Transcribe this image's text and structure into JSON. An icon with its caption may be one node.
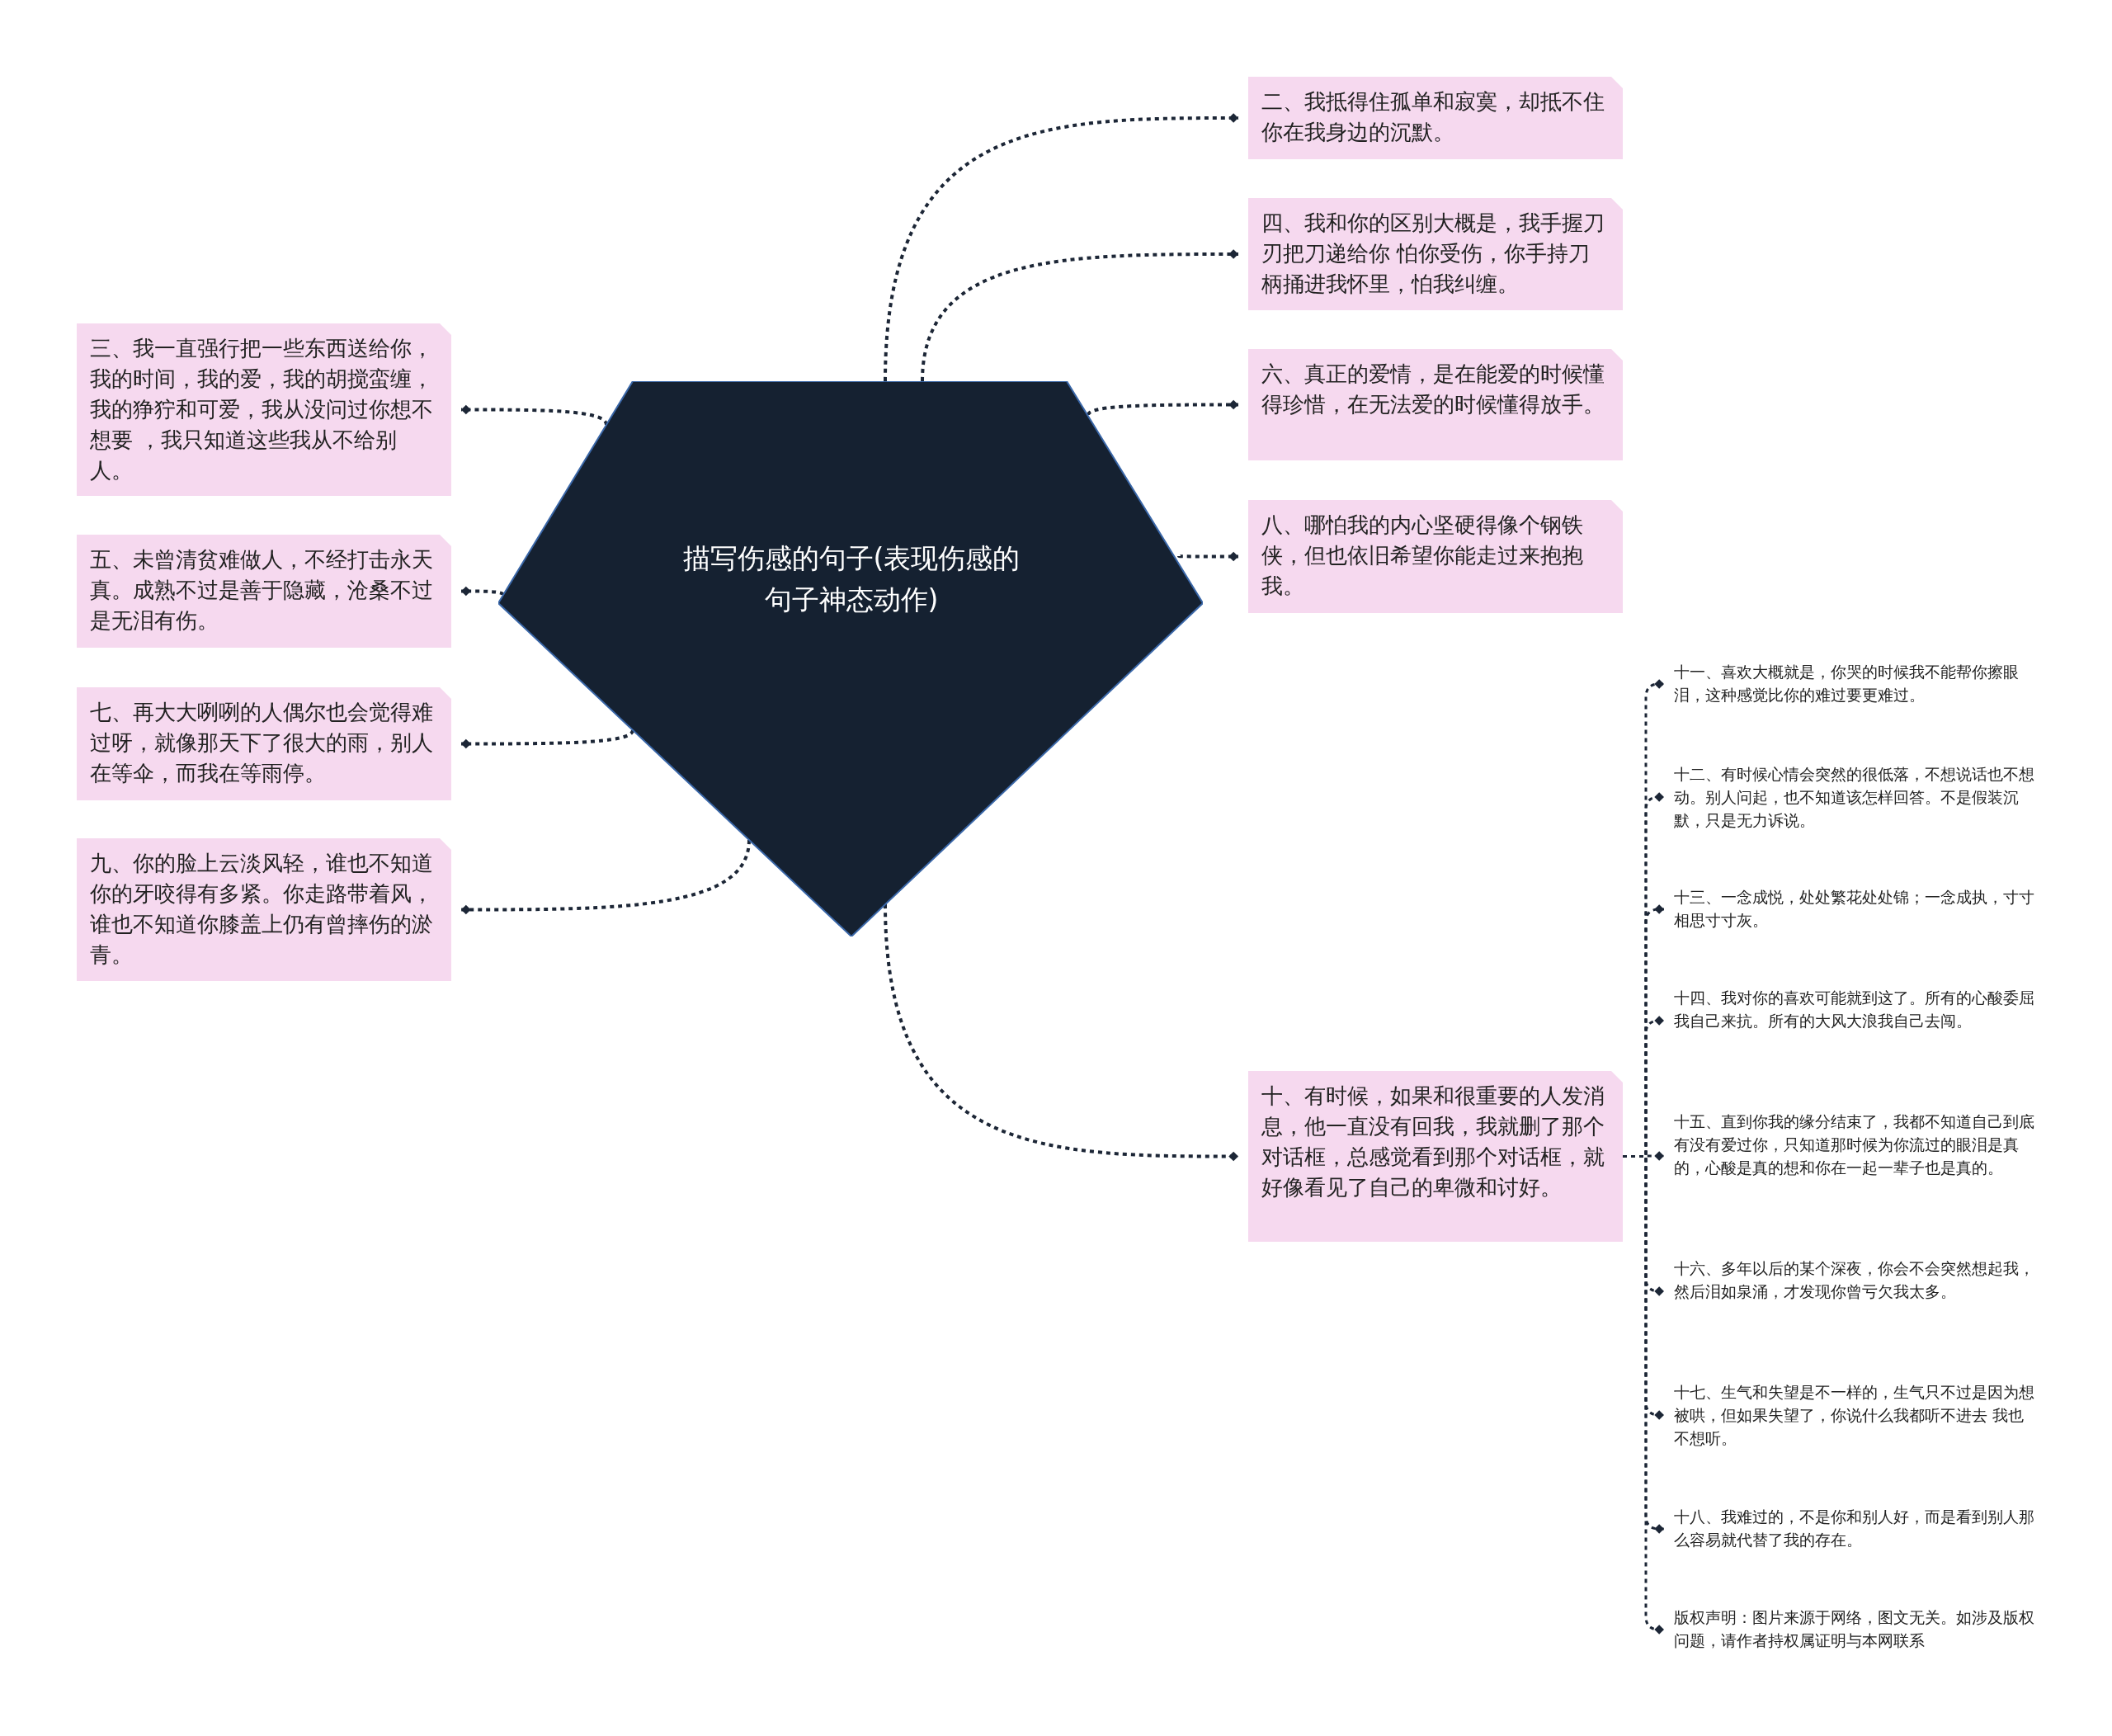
{
  "diagram": {
    "nodes": [
      {
        "text": [
          "描写伤感的句子(表现伤感的句子神态动作)"
        ]
      },
      {
        "text": [
          "二、我抵得住孤单和寂寞，却抵不住你在我身边的沉默。"
        ]
      },
      {
        "text": [
          "三、我一直强行把一些东西送给你，我的时间，我的爱，我的胡搅蛮缠，我的狰狞和可爱，我从没问过你想不想要 ，我只知道这些我从不给别人。"
        ]
      },
      {
        "text": [
          "四、我和你的区别大概是，我手握刀刃把刀递给你 怕你受伤，你手持刀柄捅进我怀里，怕我纠缠。"
        ]
      },
      {
        "text": [
          "五、未曾清贫难做人，不经打击永天真。成熟不过是善于隐藏，沧桑不过是无泪有伤。"
        ]
      },
      {
        "text": [
          "六、真正的爱情，是在能爱的时候懂得珍惜，在无法爱的时候懂得放手。"
        ]
      },
      {
        "text": [
          "七、再大大咧咧的人偶尔也会觉得难过呀，就像那天下了很大的雨，别人在等伞，而我在等雨停。"
        ]
      },
      {
        "text": [
          "八、哪怕我的内心坚硬得像个钢铁侠，但也依旧希望你能走过来抱抱我。"
        ]
      },
      {
        "text": [
          "九、你的脸上云淡风轻，谁也不知道你的牙咬得有多紧。你走路带着风，谁也不知道你膝盖上仍有曾摔伤的淤青。"
        ]
      },
      {
        "text": [
          "十、有时候，如果和很重要的人发消息，他一直没有回我，我就删了那个对话框，总感觉看到那个对话框，就好像看见了自己的卑微和讨好。"
        ]
      },
      {
        "text": [
          "十一、喜欢大概就是，你哭的时候我不能帮你擦眼泪，这种感觉比你的难过要更难过。"
        ]
      },
      {
        "text": [
          "十二、有时候心情会突然的很低落，不想说话也不想动。别人问起，也不知道该怎样回答。不是假装沉默，只是无力诉说。"
        ]
      },
      {
        "text": [
          "十三、一念成悦，处处繁花处处锦；一念成执，寸寸相思寸寸灰。"
        ]
      },
      {
        "text": [
          "十四、我对你的喜欢可能就到这了。所有的心酸委屈我自己来抗。所有的大风大浪我自己去闯。"
        ]
      },
      {
        "text": [
          "十五、直到你我的缘分结束了，我都不知道自己到底有没有爱过你，只知道那时候为你流过的眼泪是真的，心酸是真的想和你在一起一辈子也是真的。"
        ]
      },
      {
        "text": [
          "十六、多年以后的某个深夜，你会不会突然想起我，然后泪如泉涌，才发现你曾亏欠我太多。"
        ]
      },
      {
        "text": [
          "十七、生气和失望是不一样的，生气只不过是因为想被哄，但如果失望了，你说什么我都听不进去 我也不想听。"
        ]
      },
      {
        "text": [
          "十八、我难过的，不是你和别人好，而是看到别人那么容易就代替了我的存在。"
        ]
      },
      {
        "text": [
          "版权声明：图片来源于网络，图文无关。如涉及版权问题，请作者持权属证明与本网联系"
        ]
      }
    ],
    "edges": [
      {
        "from": 0,
        "to": 1,
        "arrow": "other"
      },
      {
        "from": 0,
        "to": 2,
        "arrow": "other"
      },
      {
        "from": 0,
        "to": 3,
        "arrow": "other"
      },
      {
        "from": 0,
        "to": 4,
        "arrow": "other"
      },
      {
        "from": 0,
        "to": 5,
        "arrow": "other"
      },
      {
        "from": 0,
        "to": 6,
        "arrow": "other"
      },
      {
        "from": 0,
        "to": 7,
        "arrow": "other"
      },
      {
        "from": 0,
        "to": 8,
        "arrow": "other"
      },
      {
        "from": 0,
        "to": 9,
        "arrow": "other"
      },
      {
        "from": 9,
        "to": 10,
        "arrow": "other"
      },
      {
        "from": 9,
        "to": 11,
        "arrow": "other"
      },
      {
        "from": 9,
        "to": 12,
        "arrow": "other"
      },
      {
        "from": 9,
        "to": 13,
        "arrow": "other"
      },
      {
        "from": 9,
        "to": 14,
        "arrow": "other"
      },
      {
        "from": 9,
        "to": 15,
        "arrow": "other"
      },
      {
        "from": 9,
        "to": 16,
        "arrow": "other"
      },
      {
        "from": 9,
        "to": 17,
        "arrow": "other"
      },
      {
        "from": 9,
        "to": 18,
        "arrow": "other"
      }
    ]
  }
}
